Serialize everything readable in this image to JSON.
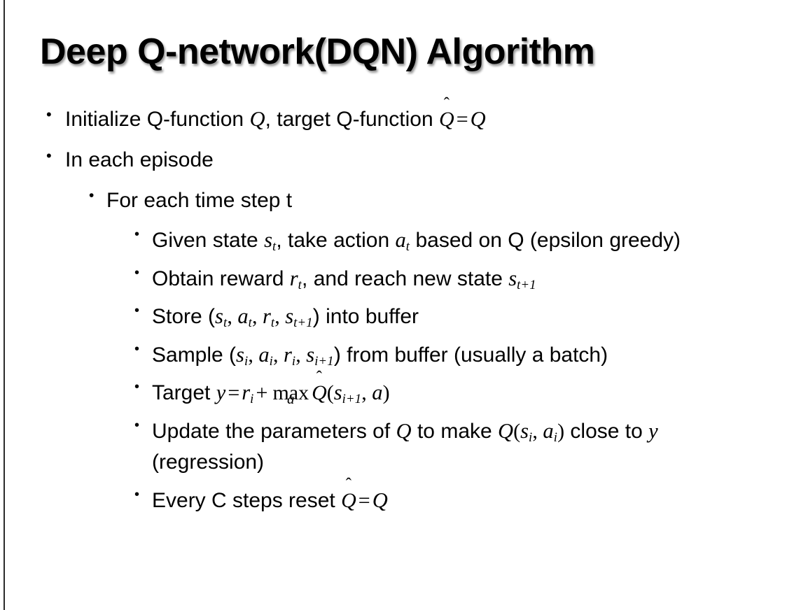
{
  "slide": {
    "title": "Deep Q-network(DQN) Algorithm",
    "background_color": "#ffffff",
    "text_color": "#000000",
    "edge_rule_color": "#2b2b2b",
    "bullet_glyph": "•"
  },
  "content": {
    "level1": [
      {
        "id": "initialize",
        "text_plain": "Initialize Q-function Q, target Q-function Q̂ = Q"
      },
      {
        "id": "in-each-episode",
        "text_plain": "In each episode"
      }
    ],
    "level2": [
      {
        "id": "for-each-time-step",
        "text_plain": "For each time step t"
      }
    ],
    "level3": [
      {
        "id": "given-state",
        "text_plain": "Given state s_t, take action a_t based on Q (epsilon greedy)"
      },
      {
        "id": "obtain-reward",
        "text_plain": "Obtain reward r_t, and reach new state s_{t+1}"
      },
      {
        "id": "store-transition",
        "text_plain": "Store (s_t, a_t, r_t, s_{t+1}) into buffer"
      },
      {
        "id": "sample-batch",
        "text_plain": "Sample (s_i, a_i, r_i, s_{i+1}) from buffer (usually a batch)"
      },
      {
        "id": "target-value",
        "text_plain": "Target y = r_i + max_a Q̂(s_{i+1}, a)"
      },
      {
        "id": "update-parameters",
        "text_plain": "Update the parameters of Q to make Q(s_i, a_i) close to y (regression)"
      },
      {
        "id": "reset-target",
        "text_plain": "Every C steps reset Q̂ = Q"
      }
    ]
  },
  "text": {
    "initialize": {
      "p1": "Initialize Q-function ",
      "sym_Q1": "Q",
      "p2": ", target Q-function ",
      "sym_Qhat": "Q",
      "hat": "̂",
      "eq": "=",
      "sym_Q2": "Q"
    },
    "episode": {
      "label": "In each episode"
    },
    "timestep": {
      "label": "For each time step t"
    },
    "given": {
      "p1": "Given state ",
      "s": "s",
      "sub_t": "t",
      "p2": ", take action ",
      "a": "a",
      "sub_t2": "t",
      "p3": " based on Q (epsilon greedy)"
    },
    "obtain": {
      "p1": "Obtain reward ",
      "r": "r",
      "sub_t": "t",
      "p2": ", and reach new state ",
      "s": "s",
      "sub_t1": "t+1"
    },
    "store": {
      "p1": "Store (",
      "s1": "s",
      "sub1": "t",
      "c1": ", ",
      "a1": "a",
      "sub2": "t",
      "c2": ", ",
      "r1": "r",
      "sub3": "t",
      "c3": ", ",
      "s2": "s",
      "sub4": "t+1",
      "p2": ") into buffer"
    },
    "sample": {
      "p1": "Sample (",
      "s1": "s",
      "sub1": "i",
      "c1": ", ",
      "a1": "a",
      "sub2": "i",
      "c2": ", ",
      "r1": "r",
      "sub3": "i",
      "c3": ", ",
      "s2": "s",
      "sub4": "i+1",
      "p2": ") from buffer (usually a batch)"
    },
    "target": {
      "p1": "Target ",
      "y": "y",
      "eq": "=",
      "r": "r",
      "sub_i": "i",
      "plus": "+",
      "max": "max",
      "max_under": "a",
      "Qhat": "Q",
      "hat": "̂",
      "open": "(",
      "s": "s",
      "sub_i1": "i+1",
      "comma": ", ",
      "a": "a",
      "close": ")"
    },
    "update": {
      "p1": "Update the parameters of ",
      "Q1": "Q",
      "p2": " to make ",
      "Q2": "Q",
      "open": "(",
      "s": "s",
      "sub_i": "i",
      "comma": ", ",
      "a": "a",
      "sub_i2": "i",
      "close": ")",
      "p3": " close to ",
      "y": "y",
      "p4": " (regression)"
    },
    "reset": {
      "p1": "Every C steps reset ",
      "Qhat": "Q",
      "hat": "̂",
      "eq": "=",
      "Q": "Q"
    }
  }
}
